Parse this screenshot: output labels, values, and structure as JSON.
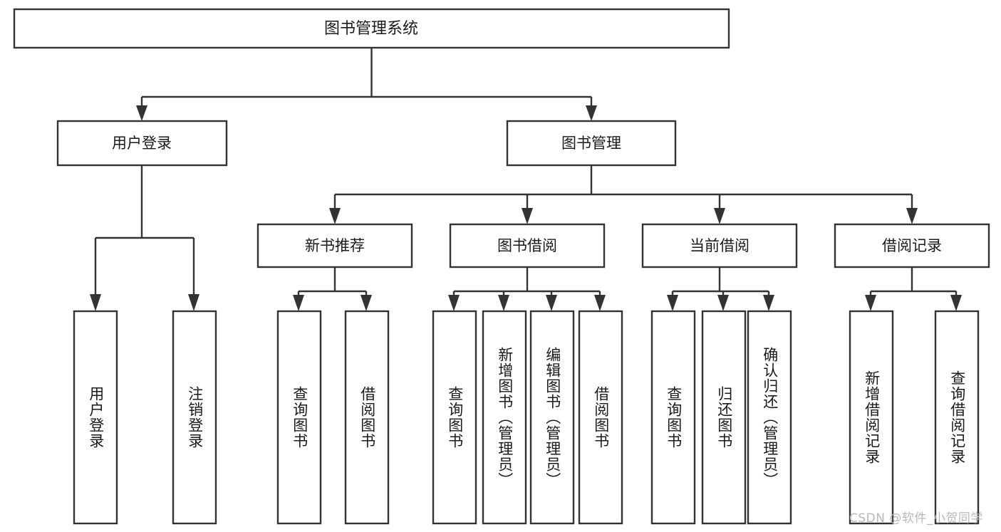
{
  "diagram": {
    "type": "tree-hierarchy",
    "title": "图书管理系统",
    "orientation": "top-down",
    "colors": {
      "box_fill": "#ffffff",
      "box_stroke": "#333333",
      "text": "#1a1a1a",
      "background": "#ffffff",
      "watermark": "#b9b9b9"
    },
    "levels": [
      {
        "level": 1,
        "nodes": [
          {
            "id": "root",
            "label": "图书管理系统",
            "orientation": "horizontal"
          }
        ]
      },
      {
        "level": 2,
        "nodes": [
          {
            "id": "login",
            "label": "用户登录",
            "orientation": "horizontal",
            "parent": "root"
          },
          {
            "id": "bookmgmt",
            "label": "图书管理",
            "orientation": "horizontal",
            "parent": "root"
          }
        ]
      },
      {
        "level": 3,
        "nodes": [
          {
            "id": "newbook",
            "label": "新书推荐",
            "orientation": "horizontal",
            "parent": "bookmgmt"
          },
          {
            "id": "borrow",
            "label": "图书借阅",
            "orientation": "horizontal",
            "parent": "bookmgmt"
          },
          {
            "id": "current",
            "label": "当前借阅",
            "orientation": "horizontal",
            "parent": "bookmgmt"
          },
          {
            "id": "records",
            "label": "借阅记录",
            "orientation": "horizontal",
            "parent": "bookmgmt"
          }
        ]
      },
      {
        "level": 4,
        "nodes": [
          {
            "id": "leaf1",
            "label": "用户登录",
            "orientation": "vertical",
            "parent": "login"
          },
          {
            "id": "leaf2",
            "label": "注销登录",
            "orientation": "vertical",
            "parent": "login"
          },
          {
            "id": "leaf3",
            "label": "查询图书",
            "orientation": "vertical",
            "parent": "newbook"
          },
          {
            "id": "leaf4",
            "label": "借阅图书",
            "orientation": "vertical",
            "parent": "newbook"
          },
          {
            "id": "leaf5",
            "label": "查询图书",
            "orientation": "vertical",
            "parent": "borrow"
          },
          {
            "id": "leaf6",
            "label": "新增图书（管理员）",
            "orientation": "vertical",
            "parent": "borrow"
          },
          {
            "id": "leaf7",
            "label": "编辑图书（管理员）",
            "orientation": "vertical",
            "parent": "borrow"
          },
          {
            "id": "leaf8",
            "label": "借阅图书",
            "orientation": "vertical",
            "parent": "borrow"
          },
          {
            "id": "leaf9",
            "label": "查询图书",
            "orientation": "vertical",
            "parent": "current"
          },
          {
            "id": "leaf10",
            "label": "归还图书",
            "orientation": "vertical",
            "parent": "current"
          },
          {
            "id": "leaf11",
            "label": "确认归还（管理员）",
            "orientation": "vertical",
            "parent": "current"
          },
          {
            "id": "leaf12",
            "label": "新增借阅记录",
            "orientation": "vertical",
            "parent": "records"
          },
          {
            "id": "leaf13",
            "label": "查询借阅记录",
            "orientation": "vertical",
            "parent": "records"
          }
        ]
      }
    ]
  },
  "watermark": {
    "text": "CSDN @软件_小贺同学"
  }
}
